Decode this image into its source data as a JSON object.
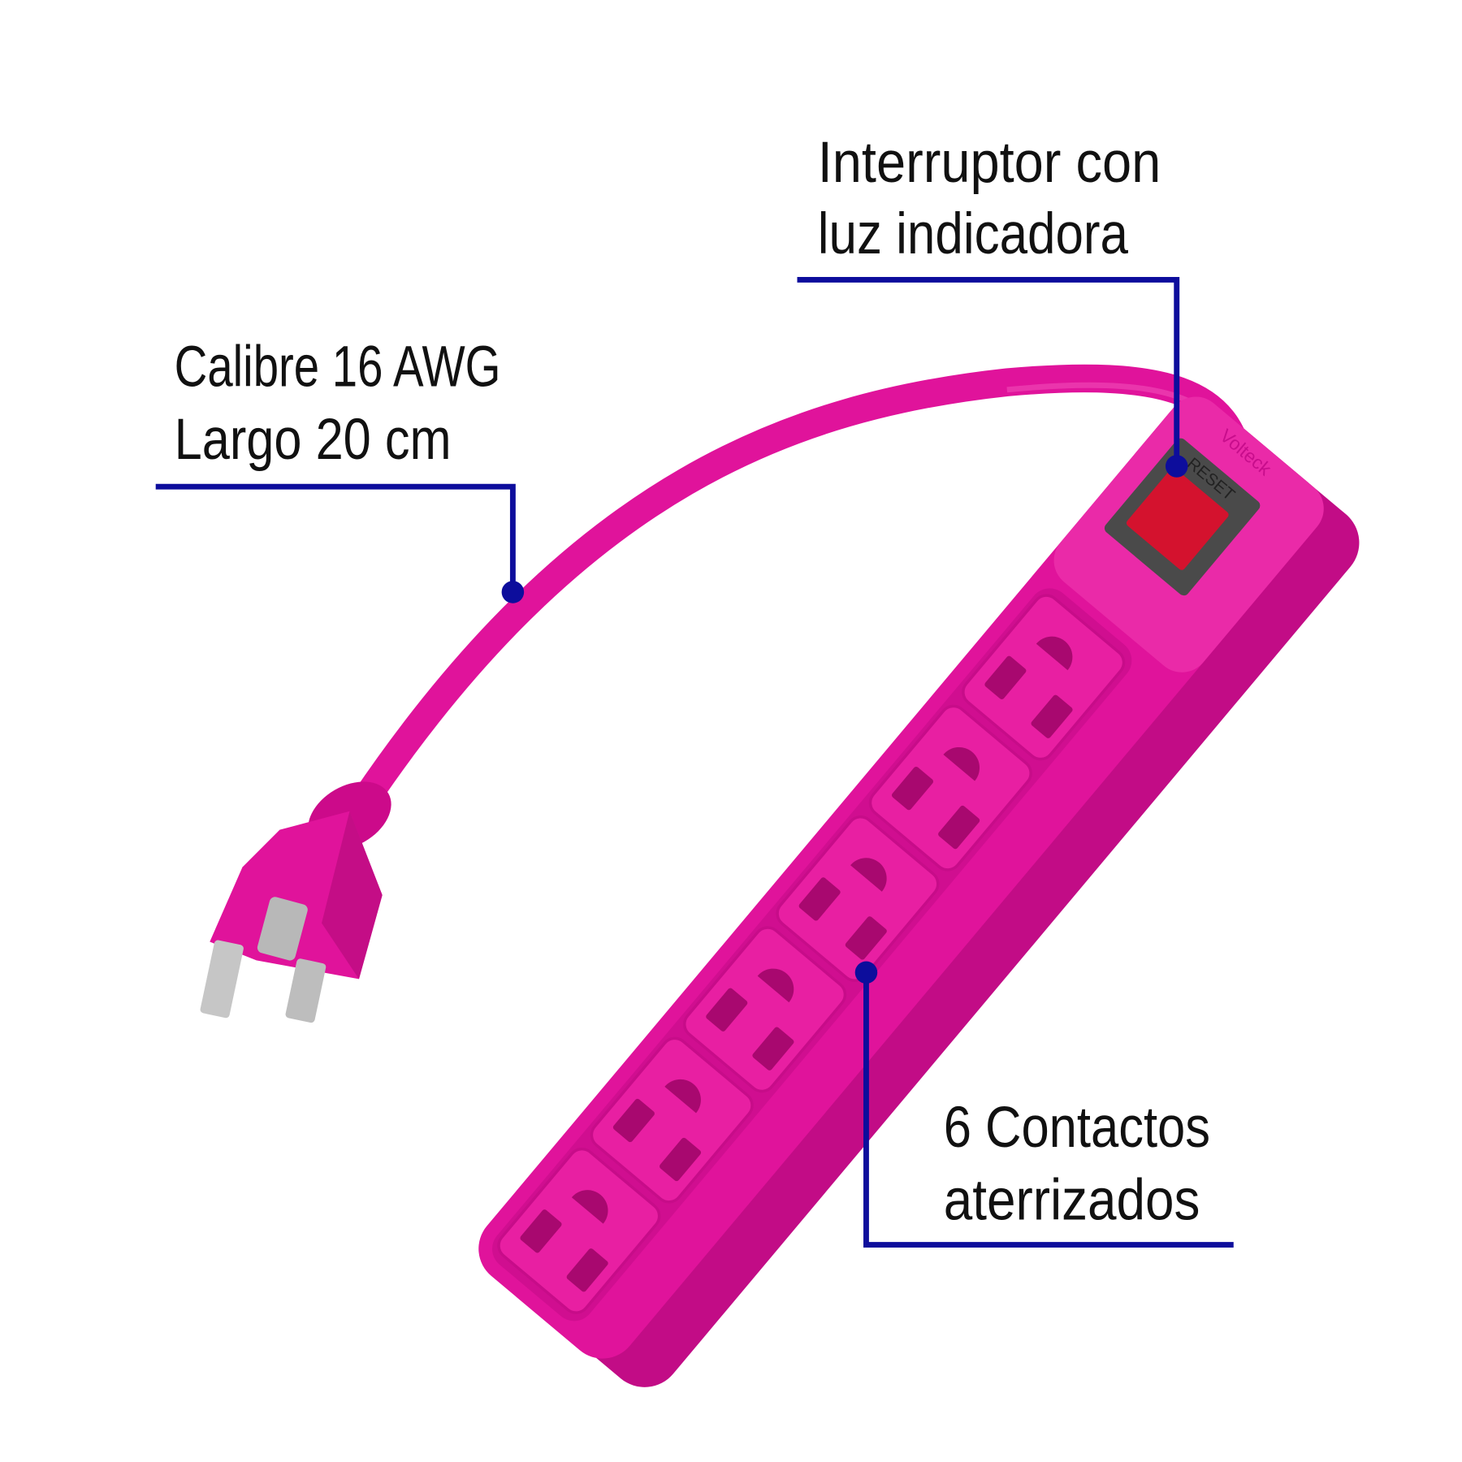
{
  "colors": {
    "product": "#e0139b",
    "product_dark": "#b80a7e",
    "product_light": "#f03cb4",
    "callout_line": "#0d0d9c",
    "switch": "#d4122e",
    "switch_frame": "#4a4a4a",
    "prong": "#b8b8b8"
  },
  "product": {
    "brand_logo": "Volteck",
    "switch_label": "RESET",
    "outlet_count": 6
  },
  "callouts": {
    "switch": {
      "line1": "Interruptor con",
      "line2": "luz indicadora"
    },
    "cable": {
      "line1": "Calibre 16 AWG",
      "line2": "Largo 20 cm"
    },
    "outlets": {
      "line1": "6 Contactos",
      "line2": "aterrizados"
    }
  }
}
